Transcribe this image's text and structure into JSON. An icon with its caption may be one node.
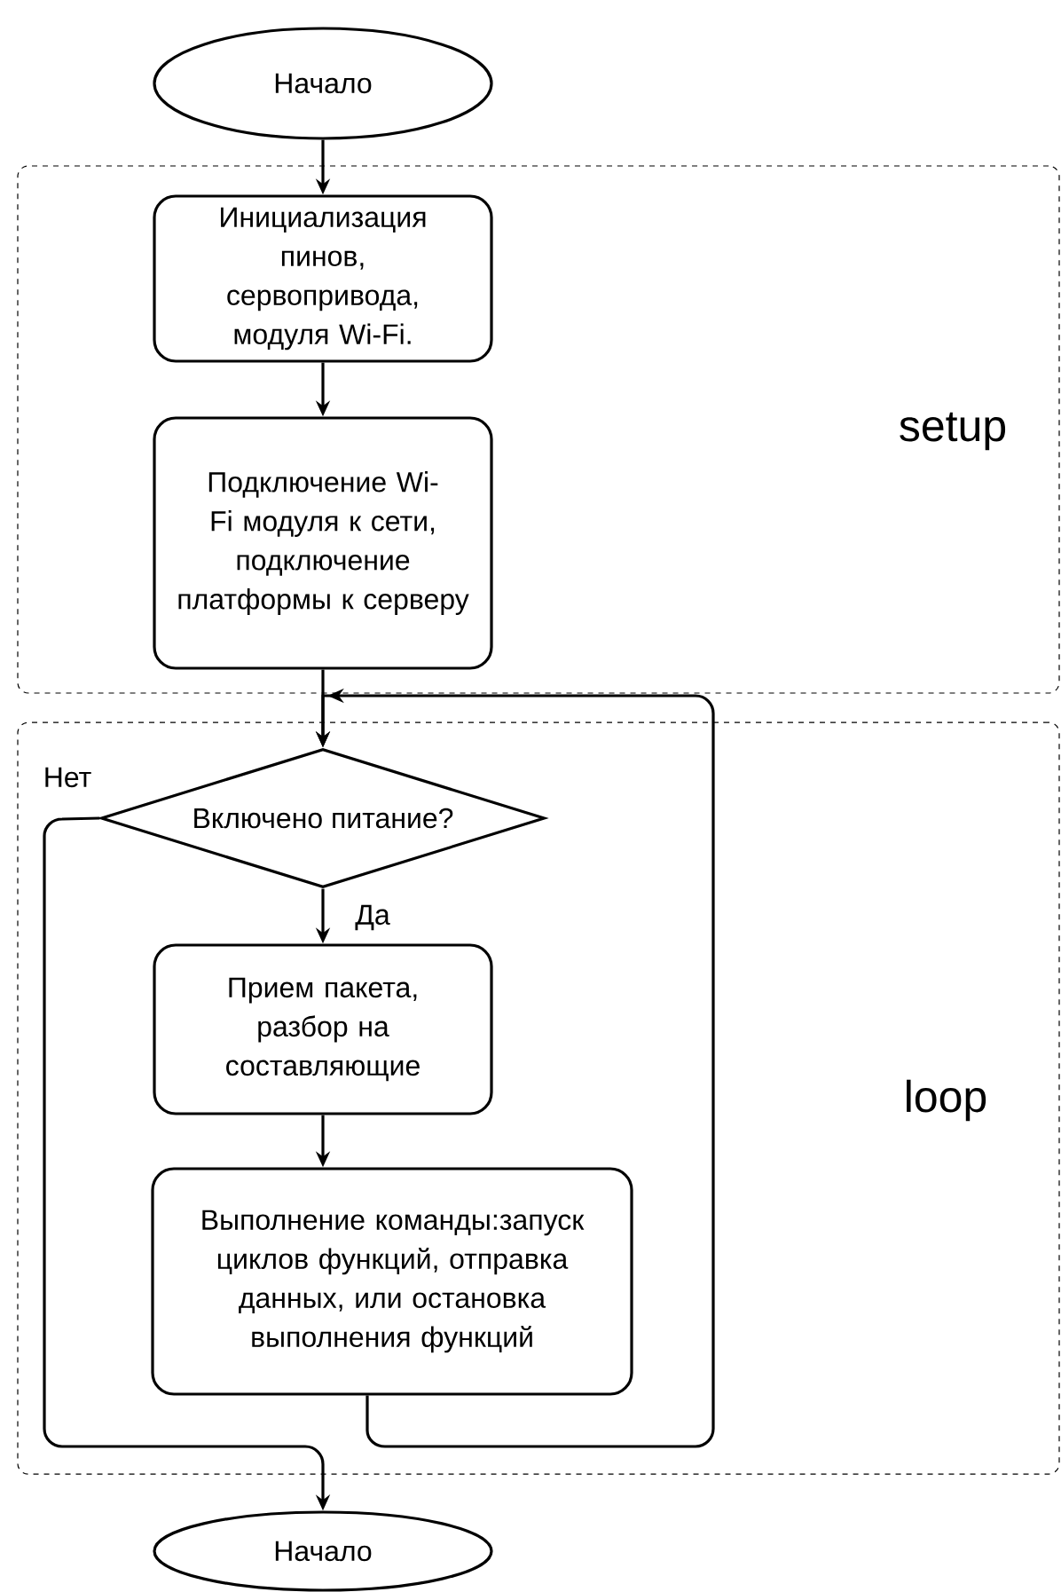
{
  "diagram": {
    "nodes": [
      {
        "text": [
          "Начало"
        ]
      },
      {
        "text": [
          "setup"
        ]
      },
      {
        "text": [
          "Инициализация пинов, сервопривода, модуля Wi-Fi."
        ],
        "in": 1
      },
      {
        "text": [
          "Подключение Wi-Fi модуля к сети, подключение платформы к серверу"
        ],
        "in": 1
      },
      {
        "text": [
          "loop"
        ]
      },
      {
        "text": [
          "Включено питание?"
        ],
        "in": 4
      },
      {
        "text": [
          "Прием пакета, разбор на составляющие"
        ],
        "in": 4
      },
      {
        "text": [
          "Выполнение команды:запуск циклов функций, отправка данных, или остановка выполнения функций"
        ],
        "in": 4
      },
      {
        "text": [
          "Начало"
        ]
      }
    ],
    "edges": [
      {
        "from": 0,
        "to": 2,
        "arrow": "to"
      },
      {
        "from": 2,
        "to": 3,
        "arrow": "to"
      },
      {
        "from": 3,
        "to": 5,
        "arrow": "to"
      },
      {
        "from": 7,
        "to": 5,
        "arrow": "to"
      },
      {
        "from": 5,
        "to": 6,
        "arrow": "to",
        "label": "Да"
      },
      {
        "from": 5,
        "to": 8,
        "arrow": "to",
        "label": "Нет"
      },
      {
        "from": 6,
        "to": 7,
        "arrow": "to"
      }
    ]
  }
}
